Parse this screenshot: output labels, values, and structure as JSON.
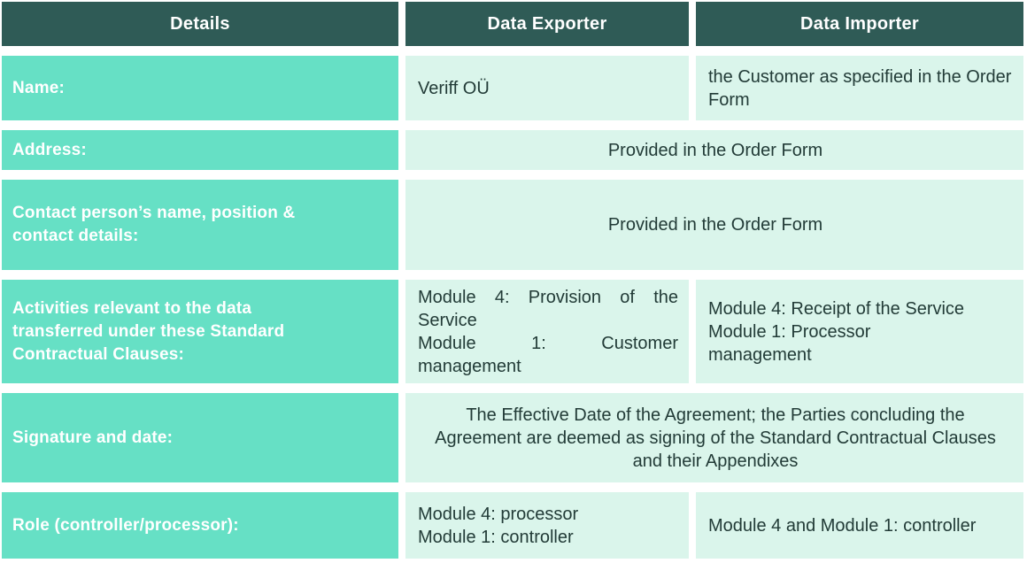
{
  "table": {
    "headers": {
      "details": "Details",
      "exporter": "Data Exporter",
      "importer": "Data Importer"
    },
    "rows": {
      "name": {
        "label": "Name:",
        "exporter": "Veriff OÜ",
        "importer": "the Customer as specified in the Order Form"
      },
      "address": {
        "label": "Address:",
        "merged": "Provided in the Order Form"
      },
      "contact": {
        "label": "Contact person’s name, position & contact details:",
        "merged": "Provided in the Order Form"
      },
      "activities": {
        "label": "Activities relevant to the data transferred under these Standard Contractual Clauses:",
        "exporter_lines": [
          "Module 4: Provision of the",
          "Service",
          "Module 1: Customer",
          "management"
        ],
        "importer_lines": [
          "Module 4: Receipt of the Service",
          "Module 1: Processor",
          "management"
        ]
      },
      "signature": {
        "label": "Signature and date:",
        "merged": "The Effective Date of the Agreement; the Parties concluding the Agreement are deemed as signing of the Standard Contractual Clauses and their Appendixes"
      },
      "role": {
        "label": "Role (controller/processor):",
        "exporter_lines": [
          "Module 4: processor",
          "Module 1: controller"
        ],
        "importer": "Module 4 and Module 1: controller"
      }
    },
    "colors": {
      "header_bg": "#2F5B56",
      "label_bg": "#66E0C5",
      "cell_bg": "#DAF5EB",
      "text_dark": "#223B37",
      "text_light": "#FFFFFF",
      "page_bg": "#FFFFFF"
    }
  }
}
